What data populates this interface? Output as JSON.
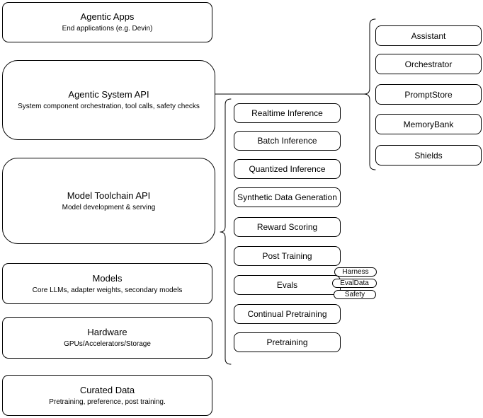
{
  "diagram": {
    "colors": {
      "stroke": "#000000",
      "fill": "#ffffff",
      "text": "#000000"
    },
    "left_stack": [
      {
        "title": "Agentic Apps",
        "subtitle": "End applications (e.g. Devin)"
      },
      {
        "title": "Agentic System API",
        "subtitle": "System component orchestration, tool calls, safety checks"
      },
      {
        "title": "Model Toolchain API",
        "subtitle": "Model development & serving"
      },
      {
        "title": "Models",
        "subtitle": "Core LLMs, adapter weights, secondary models"
      },
      {
        "title": "Hardware",
        "subtitle": "GPUs/Accelerators/Storage"
      },
      {
        "title": "Curated Data",
        "subtitle": "Pretraining, preference, post training."
      }
    ],
    "toolchain_nodes": [
      "Realtime Inference",
      "Batch Inference",
      "Quantized Inference",
      "Synthetic Data Generation",
      "Reward Scoring",
      "Post Training",
      "Evals",
      "Continual Pretraining",
      "Pretraining"
    ],
    "evals_tags": [
      "Harness",
      "EvalData",
      "Safety"
    ],
    "system_components": [
      "Assistant",
      "Orchestrator",
      "PromptStore",
      "MemoryBank",
      "Shields"
    ]
  }
}
